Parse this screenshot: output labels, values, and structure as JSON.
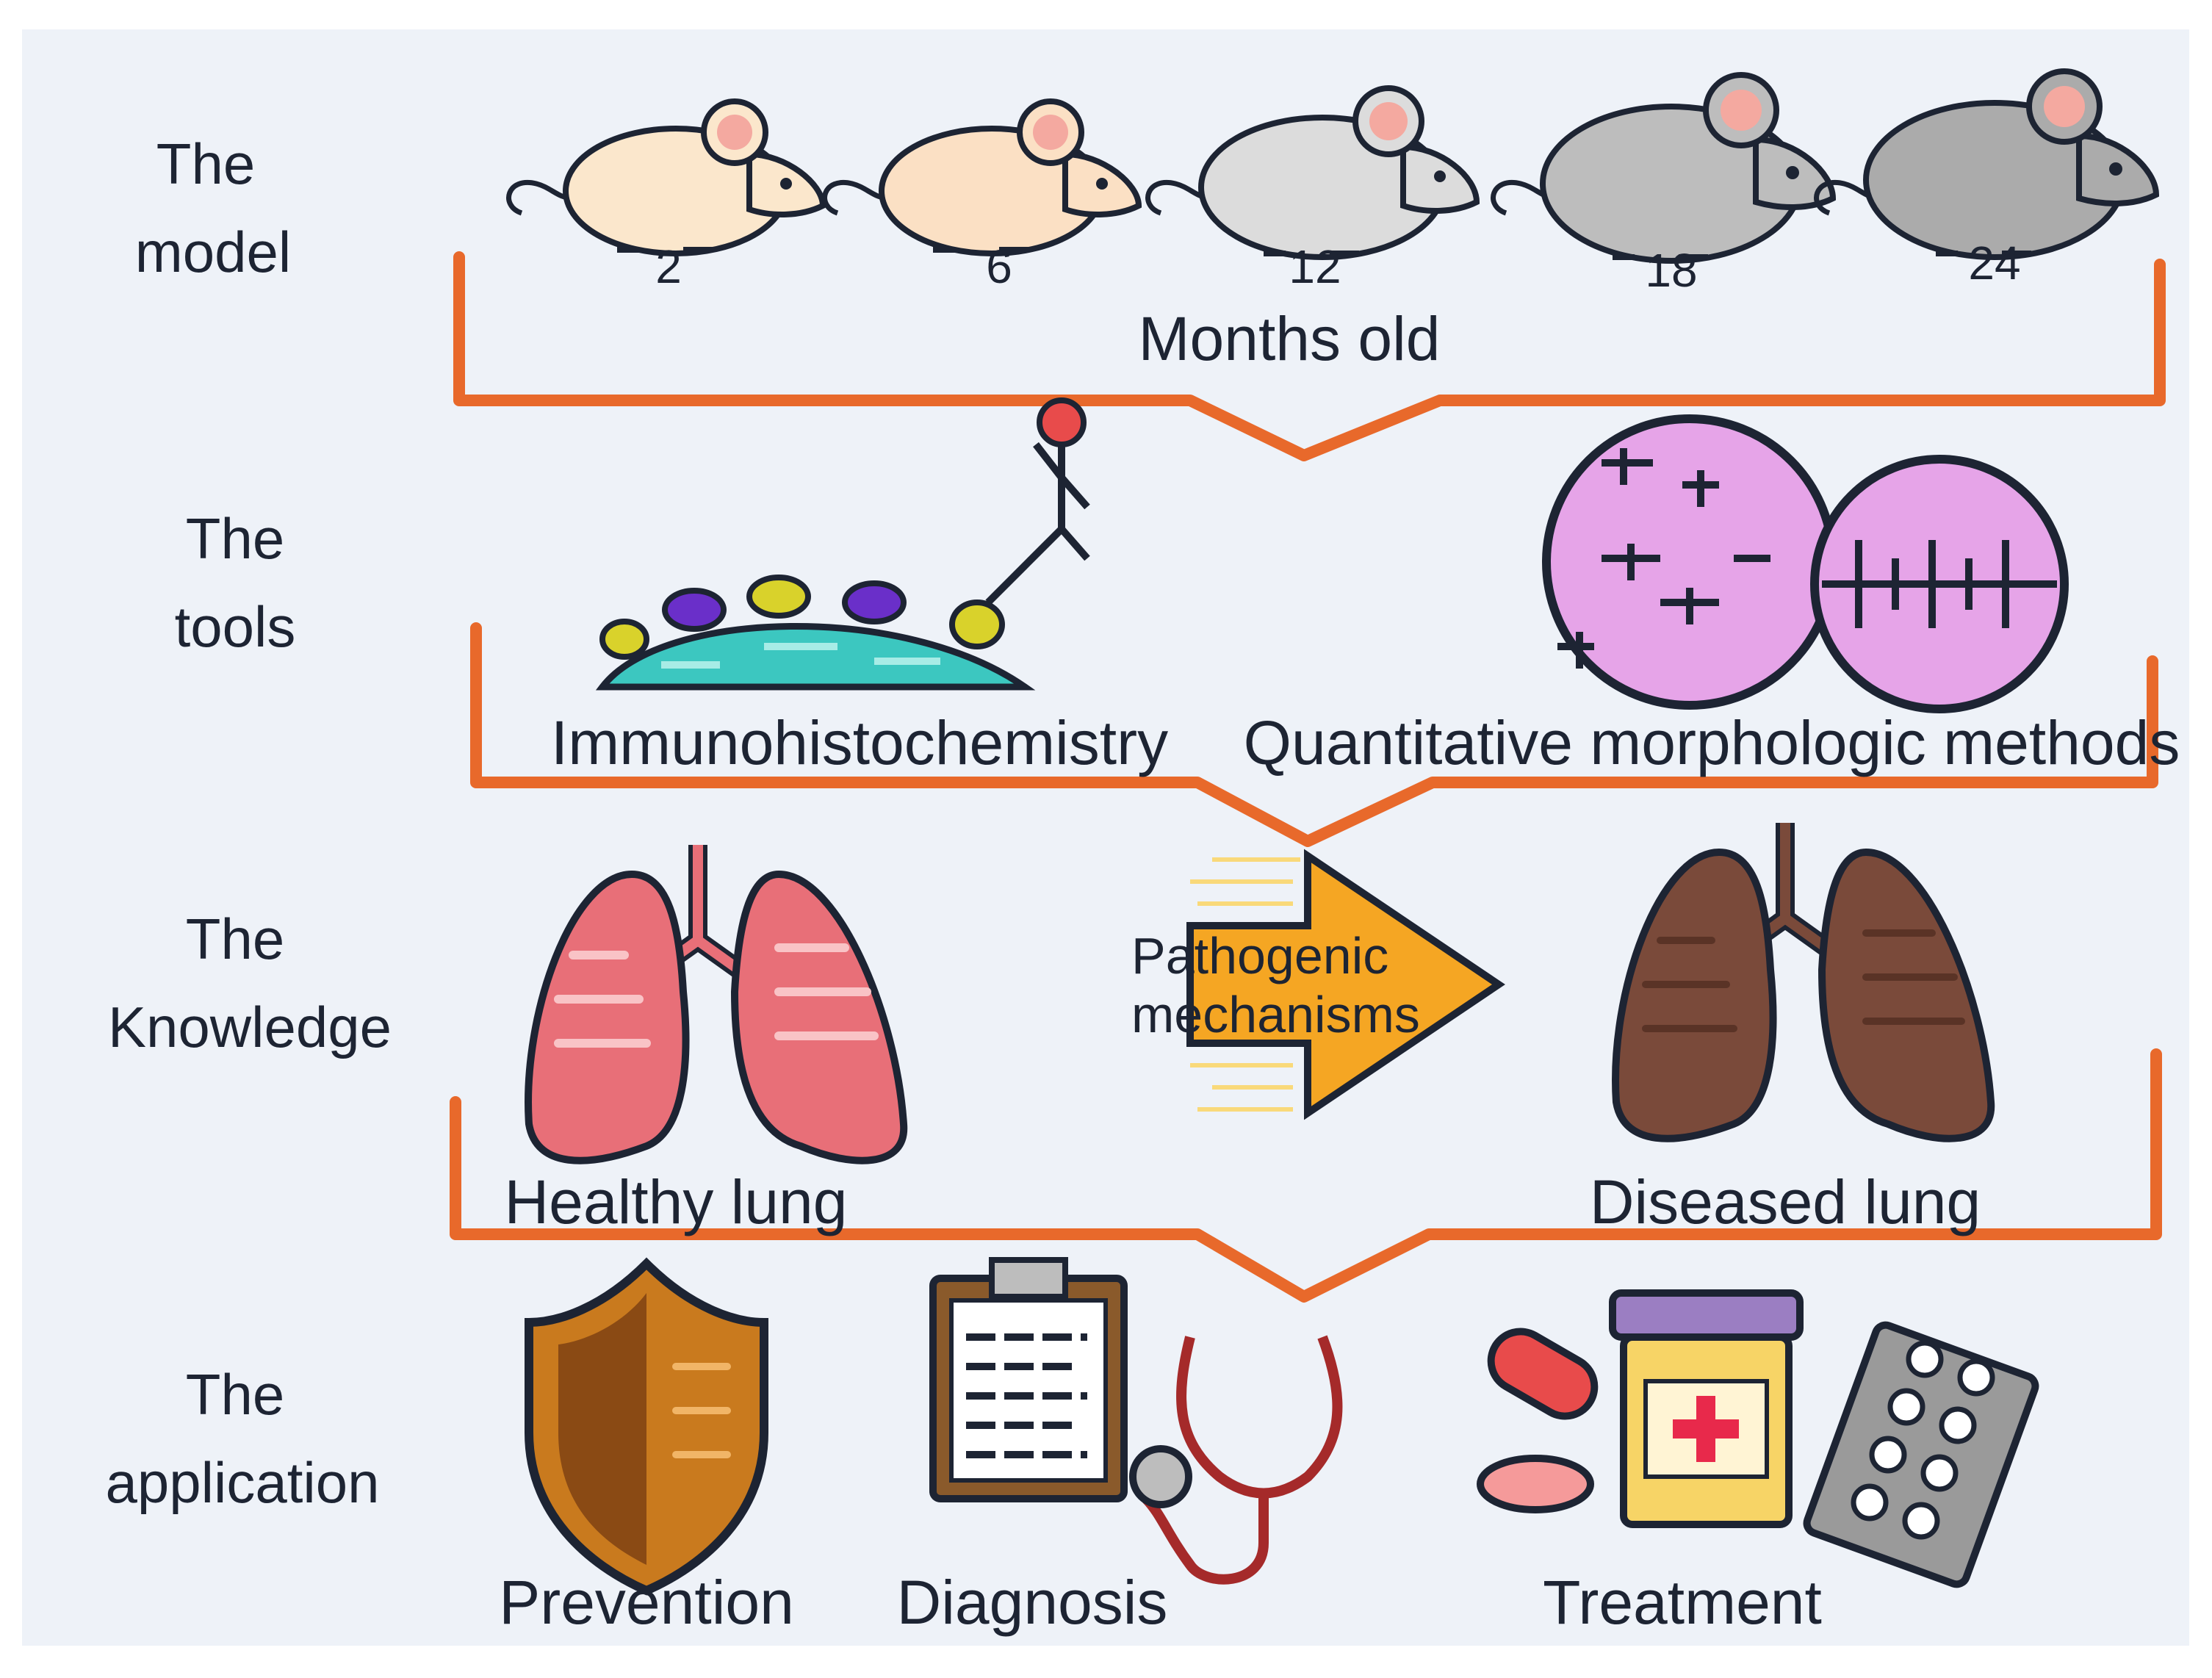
{
  "rows": {
    "model": {
      "line1": "The",
      "line2": "model"
    },
    "tools": {
      "line1": "The",
      "line2": "tools"
    },
    "knowledge": {
      "line1": "The",
      "line2": "Knowledge"
    },
    "application": {
      "line1": "The",
      "line2": "application"
    }
  },
  "model": {
    "ages": [
      "2",
      "6",
      "12",
      "18",
      "24"
    ],
    "unit": "Months old"
  },
  "tools": {
    "ihc": "Immunohistochemistry",
    "qmm": "Quantitative morphologic methods"
  },
  "knowledge": {
    "healthy": "Healthy lung",
    "arrow_line1": "Pathogenic",
    "arrow_line2": "mechanisms",
    "diseased": "Diseased lung"
  },
  "application": {
    "prevention": "Prevention",
    "diagnosis": "Diagnosis",
    "treatment": "Treatment"
  },
  "colors": {
    "background": "#eef2f8",
    "bracket": "#e8692b",
    "healthy_lung": "#e86f78",
    "diseased_lung": "#7a4a3a",
    "arrow": "#f5a623",
    "shield": "#c97a1e"
  }
}
